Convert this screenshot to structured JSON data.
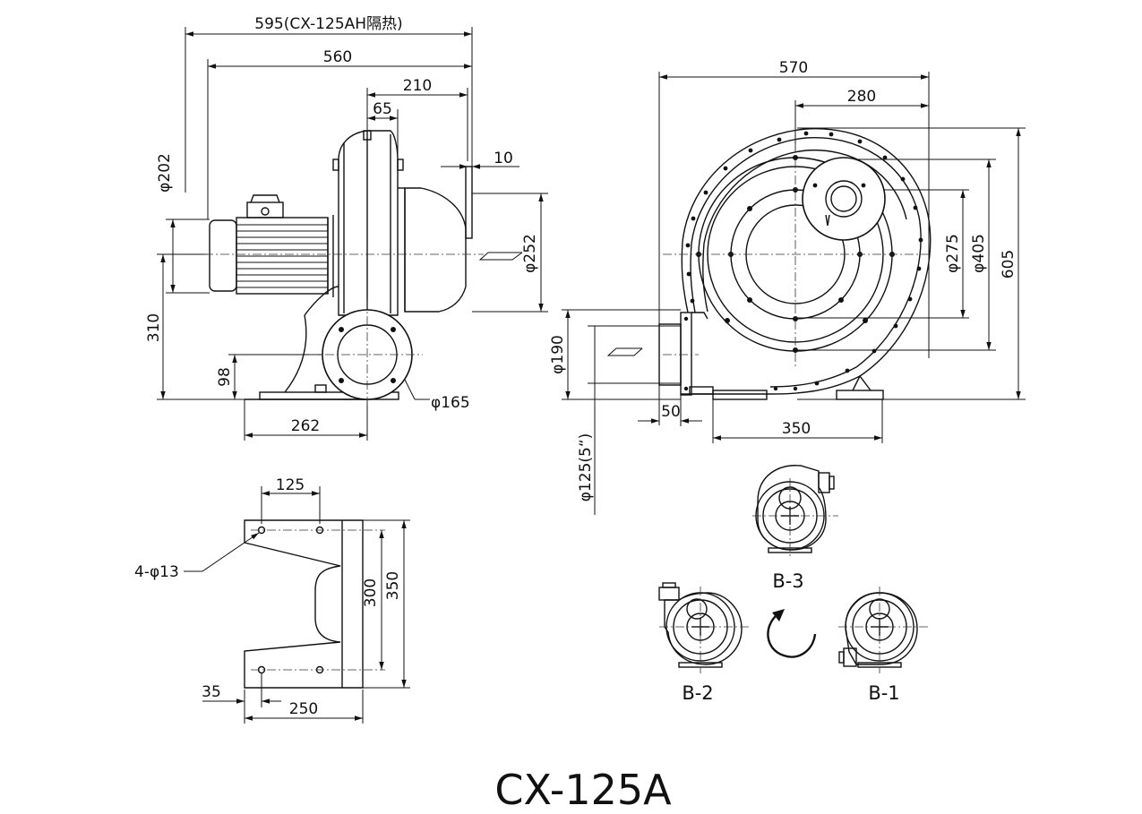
{
  "title": "CX-125A",
  "side_view": {
    "dims": {
      "d595": "595(CX-125AH隔热)",
      "d560": "560",
      "d210": "210",
      "d65": "65",
      "d10": "10",
      "d202": "φ202",
      "d252": "φ252",
      "d310": "310",
      "d98": "98",
      "d262": "262",
      "d165": "φ165"
    }
  },
  "front_view": {
    "dims": {
      "d570": "570",
      "d280": "280",
      "d275": "φ275",
      "d405": "φ405",
      "d605": "605",
      "d190": "φ190",
      "d125": "φ125(5“)",
      "d50": "50",
      "d350": "350"
    }
  },
  "base_view": {
    "dims": {
      "d125": "125",
      "d300": "300",
      "d350": "350",
      "holes": "4-φ13",
      "d35": "35",
      "d250": "250"
    }
  },
  "orientations": {
    "b3": "B-3",
    "b2": "B-2",
    "b1": "B-1"
  }
}
